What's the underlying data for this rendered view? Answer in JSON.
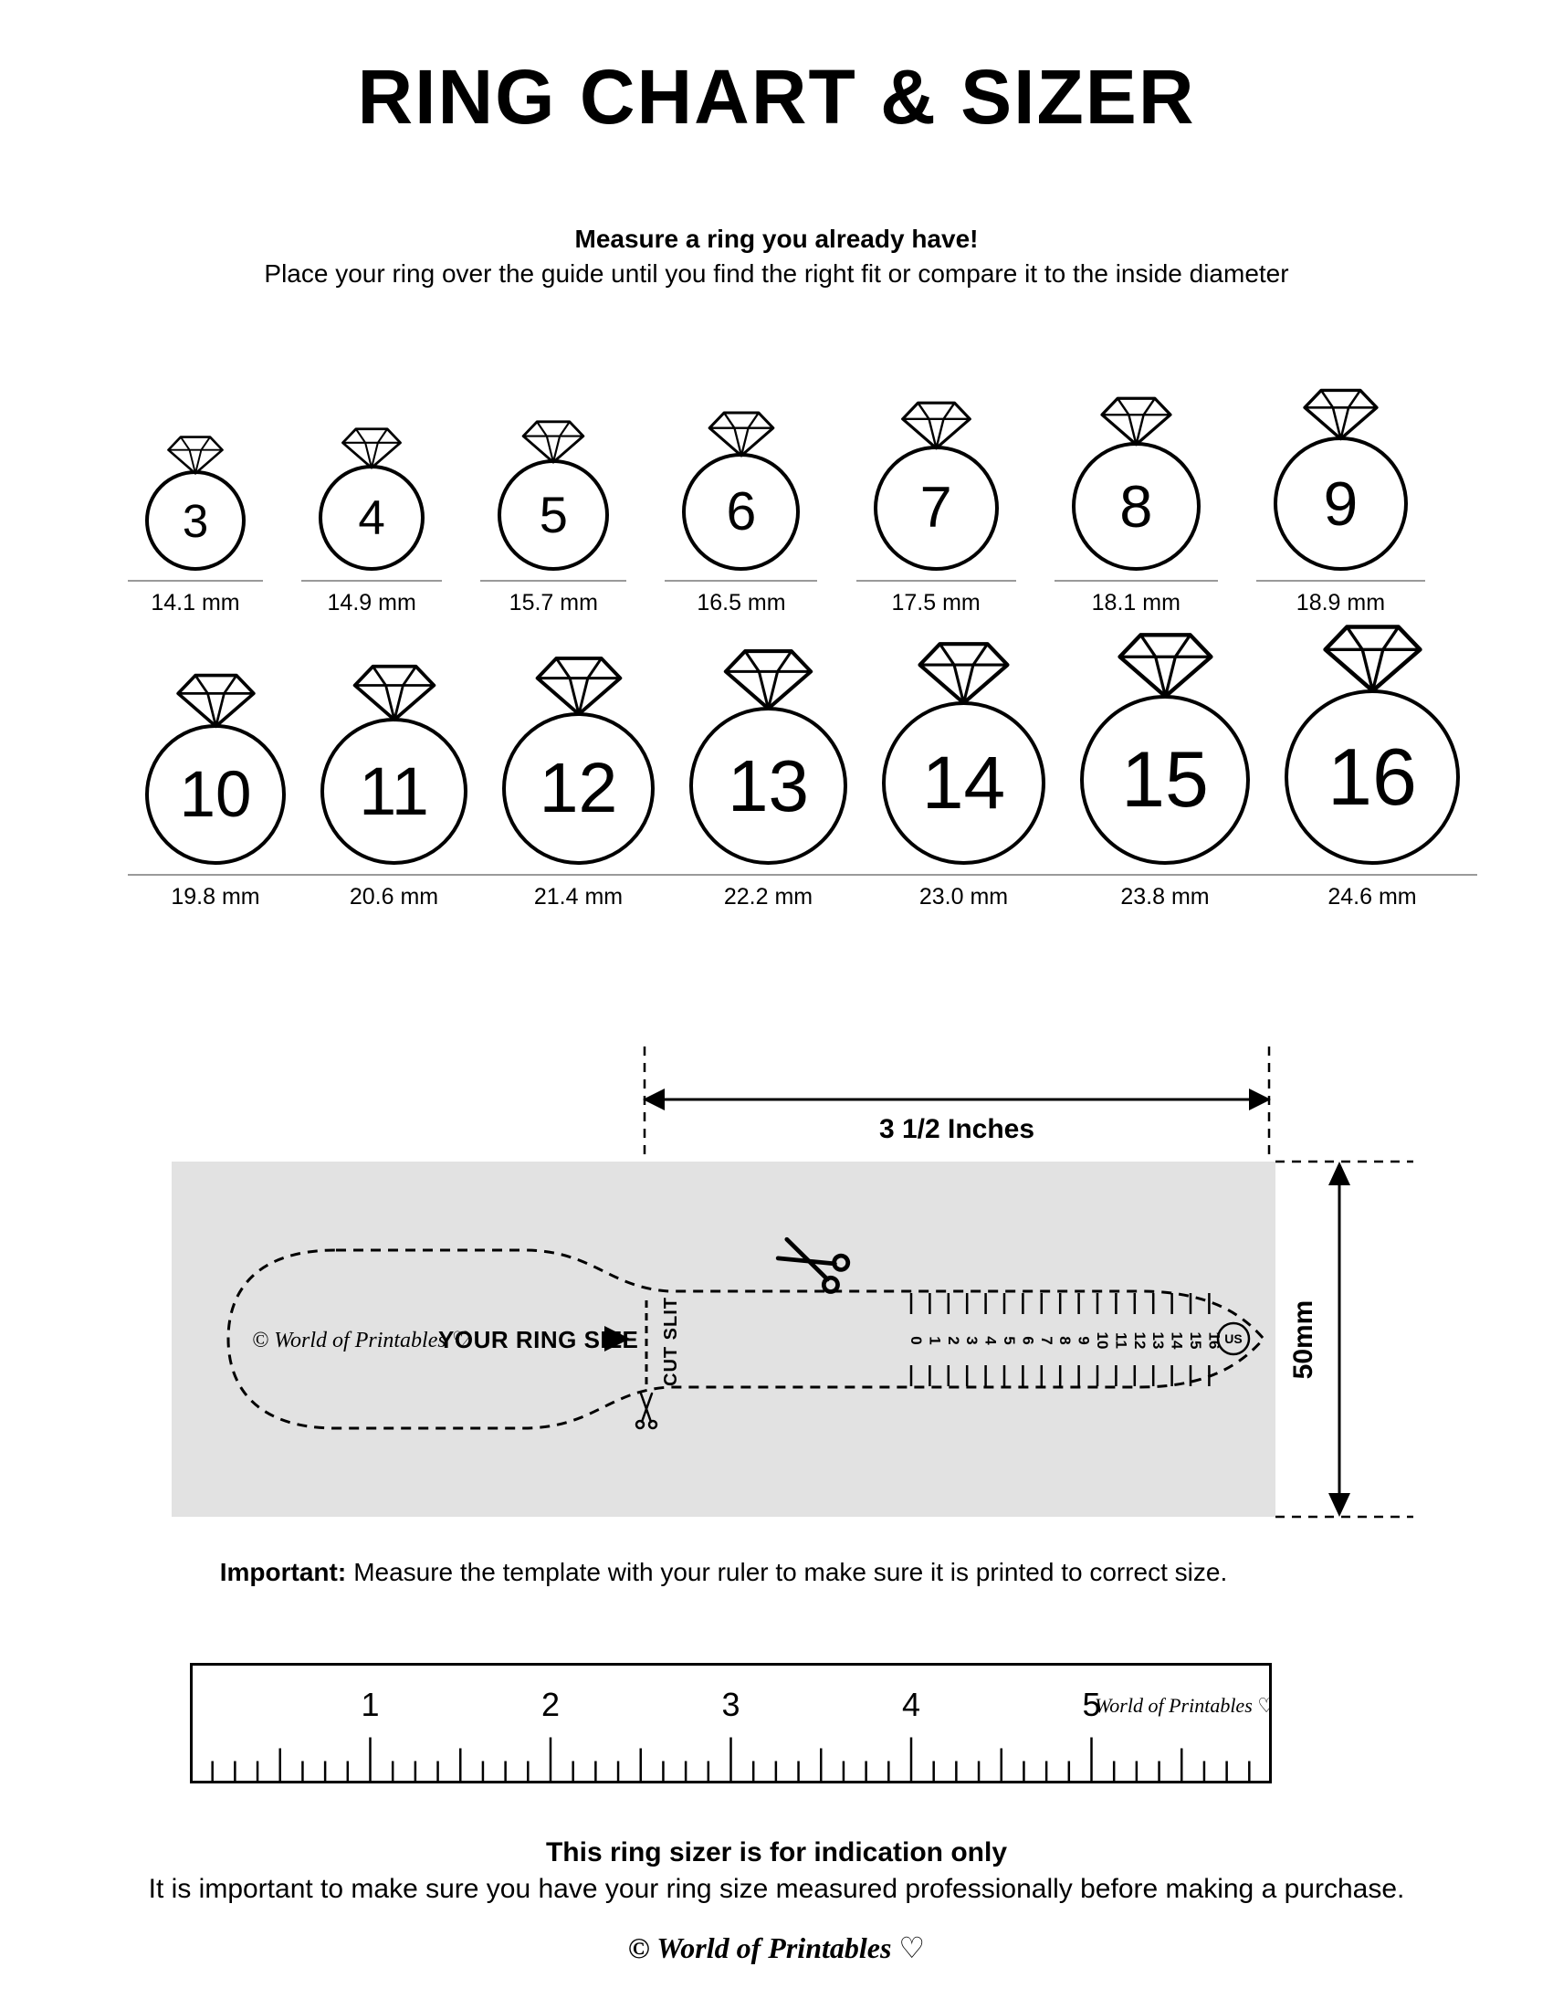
{
  "page": {
    "title": "RING CHART & SIZER",
    "subtitle": "Measure a ring you already have!",
    "instruction": "Place your ring over the guide until you find the right fit or compare it to the inside diameter"
  },
  "rings": [
    {
      "size": "3",
      "mm": "14.1 mm"
    },
    {
      "size": "4",
      "mm": "14.9 mm"
    },
    {
      "size": "5",
      "mm": "15.7 mm"
    },
    {
      "size": "6",
      "mm": "16.5 mm"
    },
    {
      "size": "7",
      "mm": "17.5 mm"
    },
    {
      "size": "8",
      "mm": "18.1 mm"
    },
    {
      "size": "9",
      "mm": "18.9 mm"
    },
    {
      "size": "10",
      "mm": "19.8 mm"
    },
    {
      "size": "11",
      "mm": "20.6 mm"
    },
    {
      "size": "12",
      "mm": "21.4 mm"
    },
    {
      "size": "13",
      "mm": "22.2 mm"
    },
    {
      "size": "14",
      "mm": "23.0 mm"
    },
    {
      "size": "15",
      "mm": "23.8 mm"
    },
    {
      "size": "16",
      "mm": "24.6 mm"
    }
  ],
  "sizer": {
    "width_label": "3 1/2 Inches",
    "height_label": "50mm",
    "brand": "© World of Printables ♡",
    "your_ring_size": "YOUR RING SIZE",
    "cut_slit": "CUT SLIT",
    "us_label": "US",
    "tick_numbers": [
      "0",
      "1",
      "2",
      "3",
      "4",
      "5",
      "6",
      "7",
      "8",
      "9",
      "10",
      "11",
      "12",
      "13",
      "14",
      "15",
      "16"
    ]
  },
  "important": {
    "label": "Important:",
    "text": "Measure the template with your ruler to make sure it is printed to correct size."
  },
  "ruler": {
    "numbers": [
      "1",
      "2",
      "3",
      "4",
      "5"
    ],
    "brand": "World of Printables ♡"
  },
  "footer": {
    "bold": "This ring sizer is for indication only",
    "text": "It is important to make sure you have your ring size measured professionally before making a purchase.",
    "logo": "© World of Printables ♡"
  },
  "icons": {
    "diamond-icon": "◇",
    "scissors-icon": "✂",
    "arrow-right-icon": "▶",
    "heart-icon": "♡"
  }
}
